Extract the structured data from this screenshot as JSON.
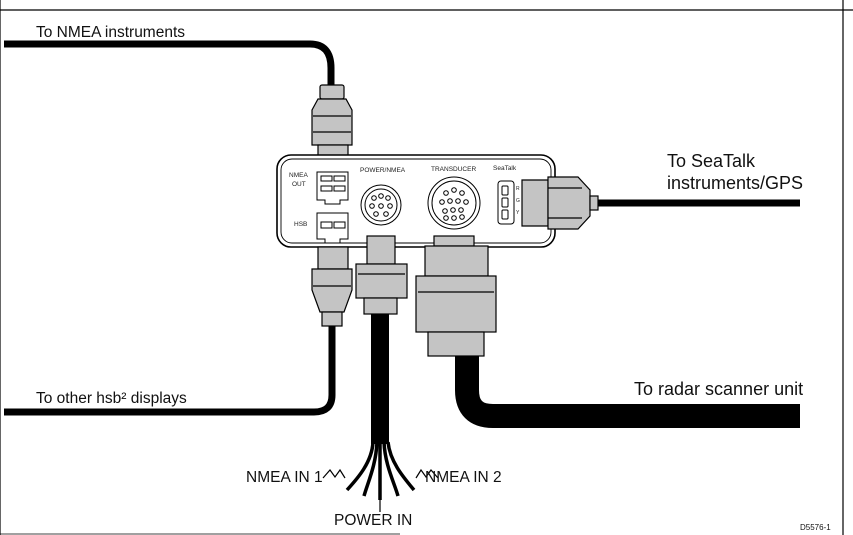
{
  "labels": {
    "nmea_instruments": "To NMEA instruments",
    "seatalk_line1": "To SeaTalk",
    "seatalk_line2": "instruments/GPS",
    "other_displays": "To other hsb² displays",
    "radar_scanner": "To radar scanner unit",
    "nmea_in_1": "NMEA IN 1",
    "nmea_in_2": "NMEA IN 2",
    "power_in": "POWER IN"
  },
  "panel": {
    "nmea_out_line1": "NMEA",
    "nmea_out_line2": "OUT",
    "hsb": "HSB",
    "power_nmea": "POWER/NMEA",
    "transducer": "TRANSDUCER",
    "seatalk": "SeaTalk",
    "seatalk_pins": [
      "R",
      "G",
      "Y"
    ]
  },
  "figure_code": "D5576-1",
  "colors": {
    "cable": "#000000",
    "connector_fill": "#c4c4c4",
    "outline": "#000000",
    "panel_fill": "#ffffff"
  }
}
